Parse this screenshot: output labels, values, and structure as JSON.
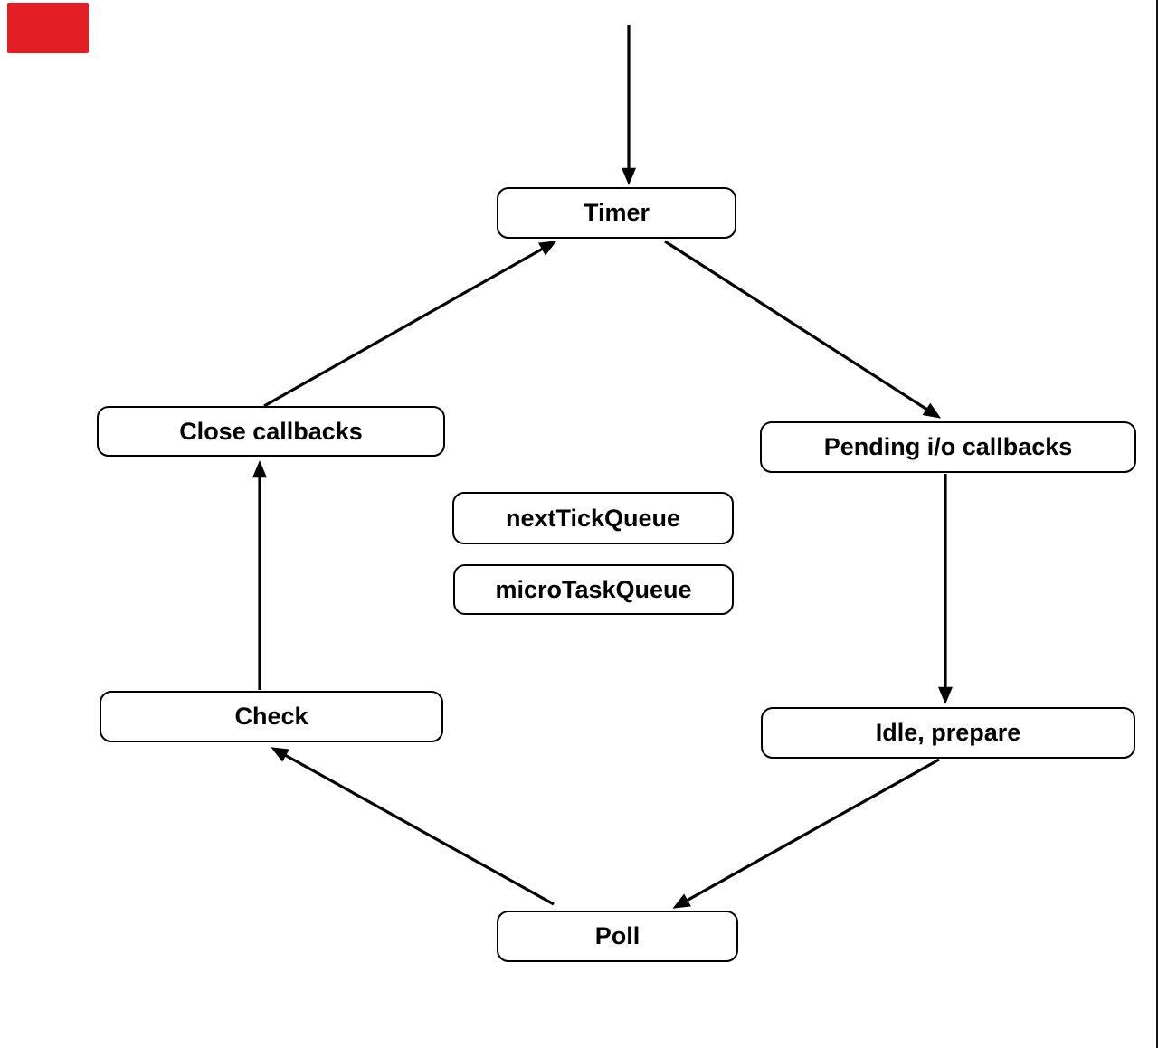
{
  "diagram": {
    "nodes": {
      "timer": {
        "label": "Timer"
      },
      "close_callbacks": {
        "label": "Close callbacks"
      },
      "pending_io": {
        "label": "Pending i/o callbacks"
      },
      "next_tick_queue": {
        "label": "nextTickQueue"
      },
      "micro_task_queue": {
        "label": "microTaskQueue"
      },
      "check": {
        "label": "Check"
      },
      "idle_prepare": {
        "label": "Idle, prepare"
      },
      "poll": {
        "label": "Poll"
      }
    },
    "edges": [
      {
        "from": "start",
        "to": "timer"
      },
      {
        "from": "close_callbacks",
        "to": "timer"
      },
      {
        "from": "timer",
        "to": "pending_io"
      },
      {
        "from": "pending_io",
        "to": "idle_prepare"
      },
      {
        "from": "idle_prepare",
        "to": "poll"
      },
      {
        "from": "poll",
        "to": "check"
      },
      {
        "from": "check",
        "to": "close_callbacks"
      }
    ],
    "colors": {
      "background": "#ffffff",
      "node_fill": "#ffffff",
      "node_border": "#000000",
      "text": "#000000",
      "arrow": "#000000",
      "red_marker": "#e31e24",
      "right_edge_line": "#161616"
    }
  }
}
